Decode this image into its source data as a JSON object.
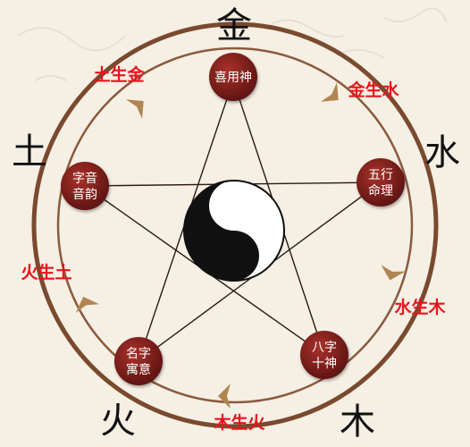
{
  "elements": {
    "metal": "金",
    "water": "水",
    "wood": "木",
    "fire": "火",
    "earth": "土"
  },
  "cycle": {
    "earth_metal": "土生金",
    "metal_water": "金生水",
    "water_wood": "水生木",
    "wood_fire": "木生火",
    "fire_earth": "火生土"
  },
  "nodes": {
    "top": [
      "喜用神"
    ],
    "right": [
      "五行",
      "命理"
    ],
    "bottom_right": [
      "八字",
      "十神"
    ],
    "bottom_left": [
      "名字",
      "寓意"
    ],
    "left": [
      "字音",
      "音韵"
    ]
  },
  "colors": {
    "ring": "#7a4a2e",
    "node": "#7a1e1a",
    "arrow": "#b08552",
    "cycle_text": "#e8141b",
    "element_text": "#111111"
  }
}
